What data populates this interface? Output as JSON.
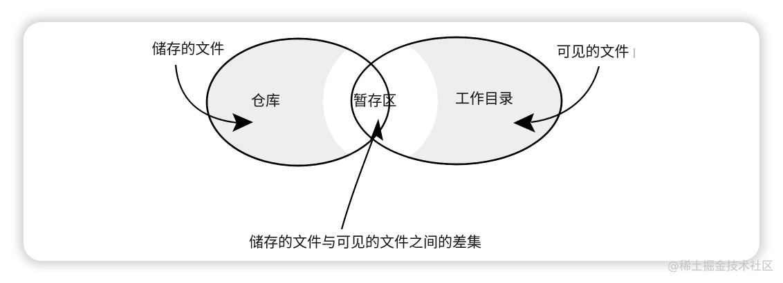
{
  "diagram": {
    "labels": {
      "repository": "仓库",
      "staging_area": "暂存区",
      "working_directory": "工作目录",
      "stored_files": "储存的文件",
      "visible_files": "可见的文件",
      "difference": "储存的文件与可见的文件之间的差集"
    },
    "colors": {
      "fill": "#eeeeee",
      "stroke": "#000000",
      "text": "#111111"
    }
  },
  "watermark": "@稀土掘金技术社区"
}
